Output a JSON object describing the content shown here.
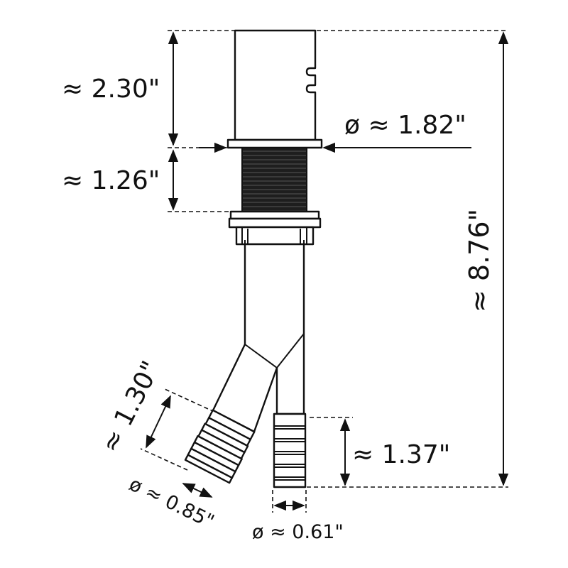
{
  "diagram": {
    "colors": {
      "stroke": "#111111",
      "background": "#ffffff",
      "thread_fill": "#222222"
    },
    "dimensions": {
      "cap_height": "≈ 2.30\"",
      "thread_height": "≈ 1.26\"",
      "cap_diameter": "ø ≈ 1.82\"",
      "total_height": "≈ 8.76\"",
      "angled_branch_length": "≈ 1.30\"",
      "straight_branch_length": "≈ 1.37\"",
      "angled_branch_diameter": "ø ≈ 0.85\"",
      "straight_branch_diameter": "ø ≈ 0.61\""
    }
  }
}
